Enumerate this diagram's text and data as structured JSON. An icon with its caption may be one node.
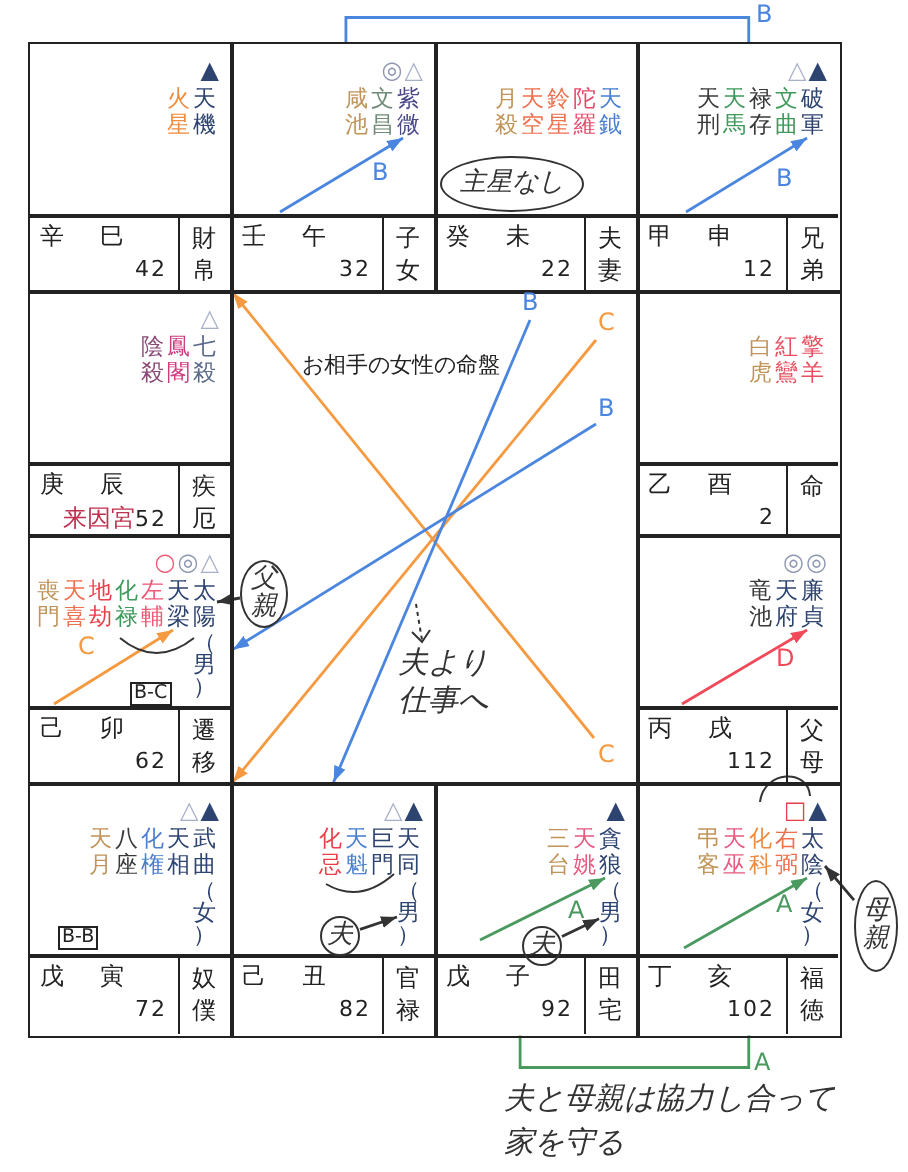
{
  "diagram": {
    "nodes": [
      {
        "text": [
          "▲",
          "火星",
          "天機",
          "辛 巳",
          "42",
          "財帛"
        ]
      },
      {
        "text": [
          "◎△",
          "咸池",
          "文昌",
          "壬 午",
          "32",
          "子女"
        ]
      },
      {
        "text": [
          "紫微"
        ],
        "in": 1
      },
      {
        "text": [
          "月殺",
          "天空",
          "鈴星",
          "陀羅",
          "天鉞",
          "癸 未",
          "22",
          "夫妻"
        ]
      },
      {
        "text": [
          "主星なし"
        ],
        "in": 3
      },
      {
        "text": [
          "△▲",
          "天刑",
          "天馬",
          "禄存",
          "文曲",
          "甲 申",
          "12",
          "兄弟"
        ]
      },
      {
        "text": [
          "破軍"
        ],
        "in": 5
      },
      {
        "text": [
          "△",
          "陰殺",
          "鳳閣",
          "七殺",
          "庚 辰",
          "来因宮",
          "52",
          "疾厄"
        ]
      },
      {
        "text": [
          "お相手の女性の命盤",
          "夫より仕事へ"
        ]
      },
      {
        "text": [
          "白虎",
          "紅鸞",
          "擎羊",
          "乙 酉",
          "2",
          "命"
        ]
      },
      {
        "text": [
          "○◎△",
          "喪門",
          "天喜",
          "地劫",
          "化禄",
          "左輔",
          "（男）",
          "B-C",
          "己 卯",
          "62",
          "遷移"
        ]
      },
      {
        "text": [
          "天梁"
        ],
        "in": 10
      },
      {
        "text": [
          "太陽"
        ],
        "in": 10
      },
      {
        "text": [
          "父親"
        ],
        "in": 8
      },
      {
        "text": [
          "◎◎",
          "竜池",
          "天府",
          "丙 戌",
          "112",
          "父母"
        ]
      },
      {
        "text": [
          "廉貞"
        ],
        "in": 14
      },
      {
        "text": [
          "△▲",
          "天月",
          "八座",
          "化権",
          "天相",
          "武曲",
          "（女）",
          "B-B",
          "戊 寅",
          "72",
          "奴僕"
        ]
      },
      {
        "text": [
          "△▲",
          "化忌",
          "天魁",
          "巨門",
          "天同",
          "己 丑",
          "82",
          "官禄"
        ]
      },
      {
        "text": [
          "（男）"
        ],
        "in": 17
      },
      {
        "text": [
          "夫"
        ],
        "in": 17
      },
      {
        "text": [
          "▲",
          "三台",
          "天姚",
          "戊 子",
          "92",
          "田宅"
        ]
      },
      {
        "text": [
          "貪狼"
        ],
        "in": 20
      },
      {
        "text": [
          "（男）"
        ],
        "in": 20
      },
      {
        "text": [
          "夫"
        ],
        "in": 20
      },
      {
        "text": [
          "□▲",
          "弔客",
          "天巫",
          "化科",
          "右弼",
          "（女）",
          "丁 亥",
          "102",
          "福徳"
        ]
      },
      {
        "text": [
          "太陰"
        ],
        "in": 24
      },
      {
        "text": [
          "母親"
        ]
      }
    ],
    "edges": [
      {
        "from": null,
        "to": 2,
        "arrow": "to",
        "label": "B"
      },
      {
        "from": null,
        "to": 6,
        "arrow": "to",
        "label": "B"
      },
      {
        "from": null,
        "to": 11,
        "arrow": "to",
        "label": "C",
        "color": "#f59a40"
      },
      {
        "from": null,
        "to": 15,
        "arrow": "to",
        "label": "D",
        "color": "#f04a5a"
      },
      {
        "from": null,
        "to": 21,
        "arrow": "to",
        "label": "A",
        "color": "#4a9a60"
      },
      {
        "from": null,
        "to": 25,
        "arrow": "to",
        "label": "A",
        "color": "#4a9a60"
      },
      {
        "from": null,
        "to": 16,
        "arrow": "to",
        "label": "C",
        "color": "#f59a40"
      },
      {
        "from": null,
        "to": 0,
        "arrow": "to",
        "label": "C",
        "color": "#f59a40"
      },
      {
        "from": null,
        "to": 17,
        "arrow": "to",
        "label": "B"
      },
      {
        "from": null,
        "to": 10,
        "arrow": "to",
        "label": "B"
      },
      {
        "from": 1,
        "to": 5,
        "arrow": "none",
        "label": "B"
      },
      {
        "from": 20,
        "to": 24,
        "arrow": "none",
        "label": "A",
        "color": "#4a9a60"
      },
      {
        "from": 13,
        "to": 12,
        "arrow": "to",
        "color": "#333333"
      },
      {
        "from": 19,
        "to": 18,
        "arrow": "to",
        "color": "#333333"
      },
      {
        "from": 23,
        "to": 22,
        "arrow": "to",
        "color": "#333333"
      },
      {
        "from": 26,
        "to": 25,
        "arrow": "to",
        "color": "#333333"
      }
    ],
    "labels": [
      "夫と母親は協力し合って家を守る"
    ]
  }
}
